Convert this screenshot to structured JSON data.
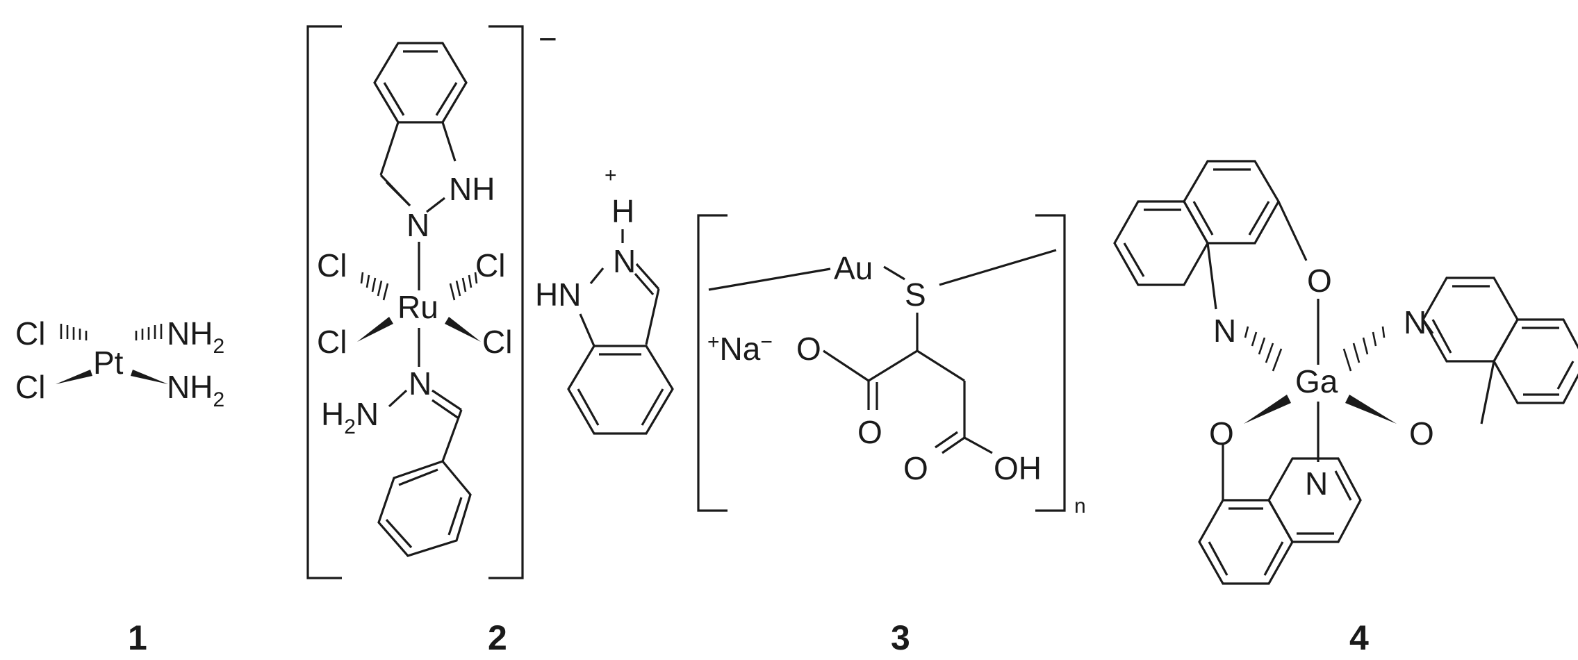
{
  "compound_labels": [
    "1",
    "2",
    "3",
    "4"
  ],
  "c1": {
    "metal": "Pt",
    "cl_top": "Cl",
    "cl_bottom": "Cl",
    "nh_top": "NH",
    "nh_top_sub": "2",
    "nh_bottom": "NH",
    "nh_bottom_sub": "2"
  },
  "c2": {
    "metal": "Ru",
    "charge": "−",
    "cl_tl": "Cl",
    "cl_tr": "Cl",
    "cl_bl": "Cl",
    "cl_br": "Cl",
    "indazole_n": "N",
    "indazole_nh": "NH",
    "hydrazone_n": "N",
    "hydrazone_h2n": "H",
    "hydrazone_h2n_sub": "2",
    "hydrazone_h2n_n": "N",
    "cation_plus": "+",
    "cation_h": "H",
    "cation_n": "N",
    "cation_hn": "HN"
  },
  "c3": {
    "au": "Au",
    "s": "S",
    "na_plus": "+",
    "na": "Na",
    "na_minus": "−",
    "o_anion": "O",
    "o_carbonyl1": "O",
    "o_carbonyl2": "O",
    "oh": "OH",
    "repeat_n": "n"
  },
  "c4": {
    "metal": "Ga",
    "o_top": "O",
    "n_left": "N",
    "n_right": "N",
    "o_left": "O",
    "o_right": "O",
    "n_bottom": "N"
  }
}
